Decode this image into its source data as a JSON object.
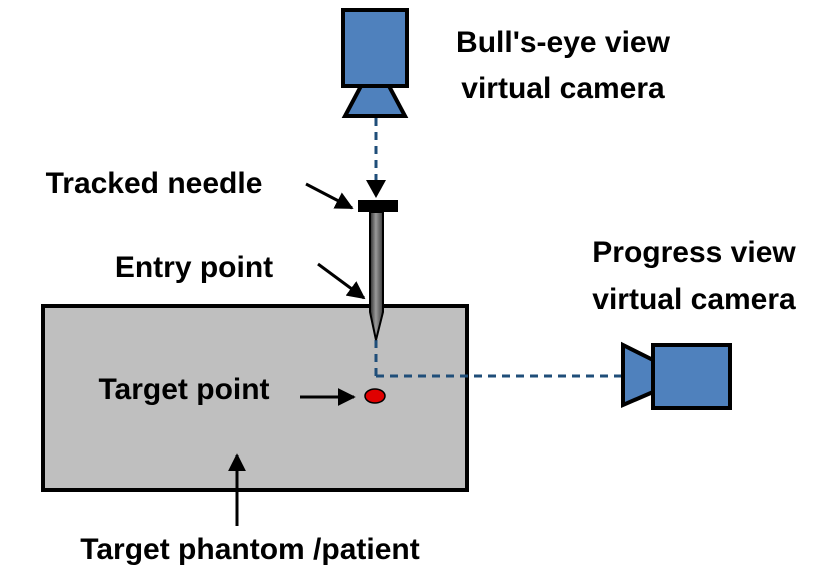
{
  "labels": {
    "bulls_eye_camera_line1": "Bull's-eye view",
    "bulls_eye_camera_line2": "virtual camera",
    "tracked_needle": "Tracked needle",
    "entry_point": "Entry point",
    "progress_camera_line1": "Progress view",
    "progress_camera_line2": "virtual camera",
    "target_point": "Target point",
    "target_phantom": "Target phantom /patient"
  },
  "colors": {
    "camera_fill": "#4f81bd",
    "camera_stroke": "#000000",
    "phantom_fill": "#bfbfbf",
    "dashed_line": "#1f4e79",
    "target_dot": "#e00000",
    "needle": "#555555"
  },
  "icons": {
    "bulls_eye_camera": "camera-icon",
    "progress_camera": "camera-icon"
  }
}
